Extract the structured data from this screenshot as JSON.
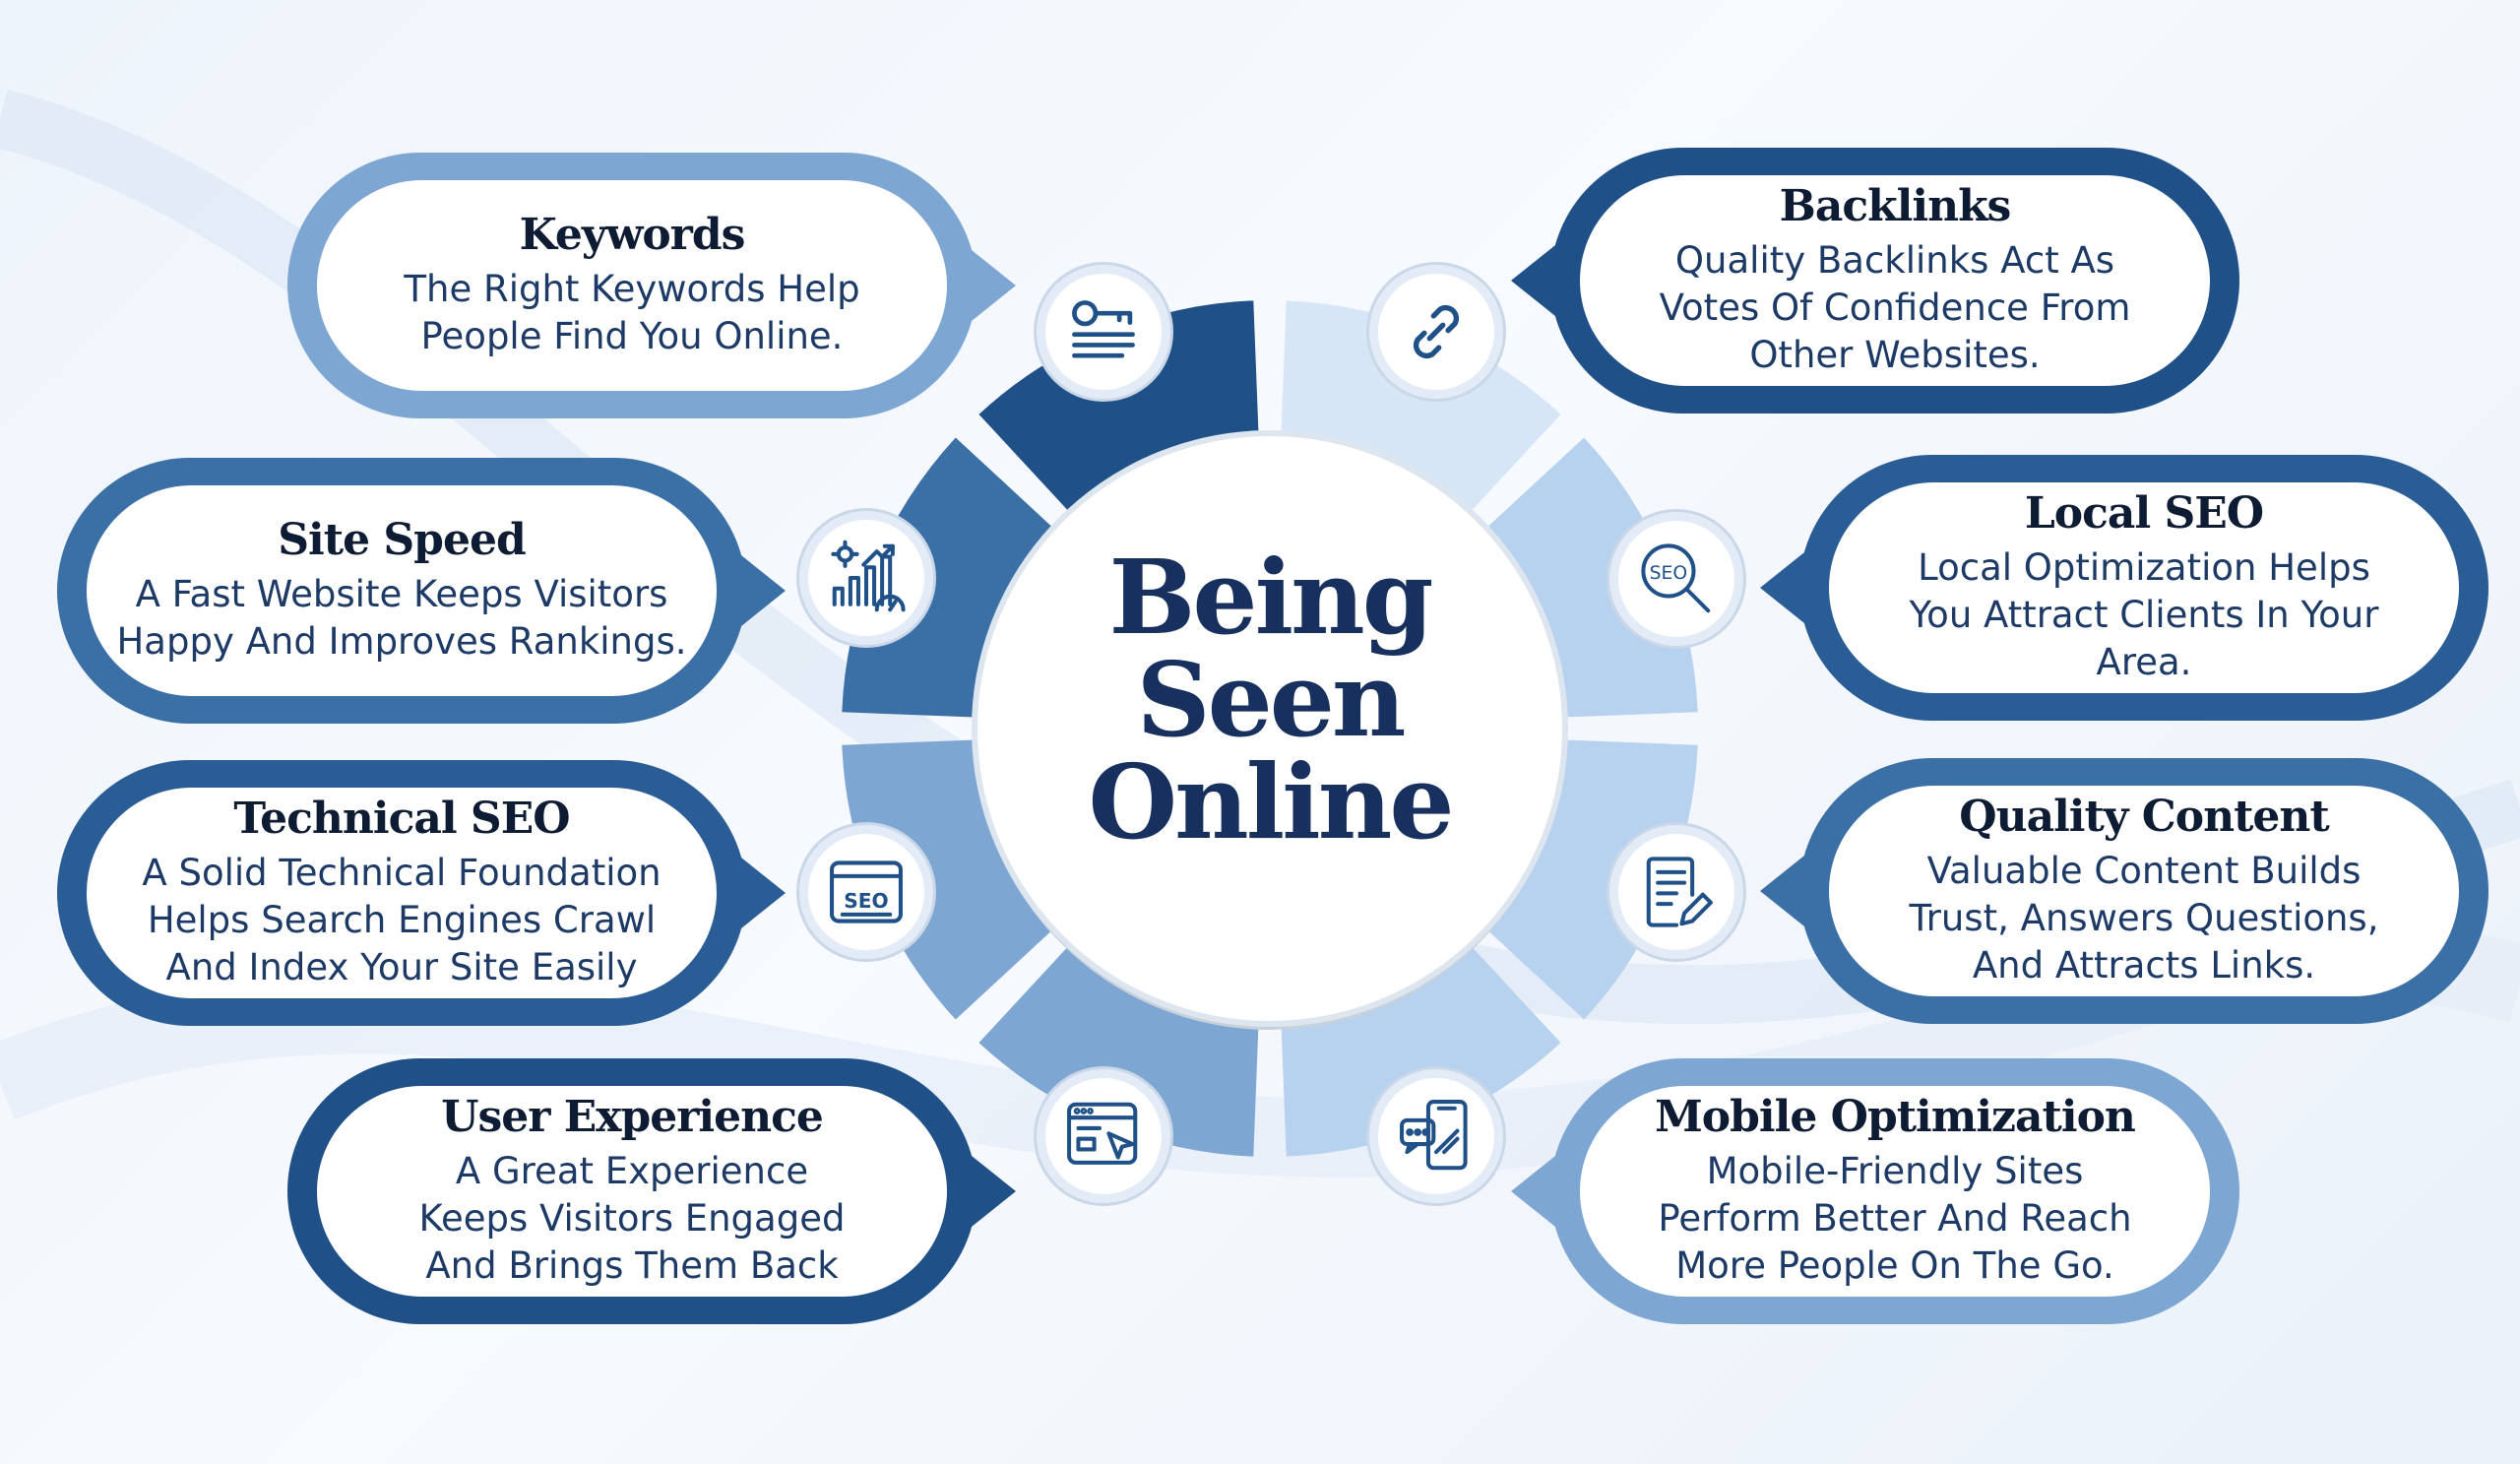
{
  "center": {
    "lines": [
      "Being",
      "Seen",
      "Online"
    ]
  },
  "palette": {
    "dark": "#1f5088",
    "mid": "#3a70a6",
    "light": "#7ea6d2",
    "pale": "#b7d2ee",
    "paler": "#d6e6f7",
    "text_dark": "#0d1b33",
    "text_body": "#1d3a66"
  },
  "items": [
    {
      "key": "keywords",
      "title": "Keywords",
      "description": [
        "The Right Keywords Help",
        "People Find You Online."
      ],
      "icon": "key-icon",
      "color": "#7ea6d2"
    },
    {
      "key": "site-speed",
      "title": "Site Speed",
      "description": [
        "A Fast Website Keeps Visitors",
        "Happy And Improves Rankings."
      ],
      "icon": "speed-chart-icon",
      "color": "#3a70a6"
    },
    {
      "key": "technical-seo",
      "title": "Technical SEO",
      "description": [
        "A Solid Technical Foundation",
        "Helps Search Engines Crawl",
        "And Index Your Site Easily"
      ],
      "icon": "seo-browser-icon",
      "color": "#2a5d96"
    },
    {
      "key": "user-experience",
      "title": "User Experience",
      "description": [
        "A Great Experience",
        "Keeps Visitors Engaged",
        "And Brings Them Back"
      ],
      "icon": "browser-cursor-icon",
      "color": "#1f5088"
    },
    {
      "key": "backlinks",
      "title": "Backlinks",
      "description": [
        "Quality Backlinks Act As",
        "Votes Of Confidence From",
        "Other Websites."
      ],
      "icon": "link-icon",
      "color": "#1f5088"
    },
    {
      "key": "local-seo",
      "title": "Local SEO",
      "description": [
        "Local Optimization Helps",
        "You Attract Clients In Your",
        "Area."
      ],
      "icon": "seo-magnifier-icon",
      "color": "#2a5d96"
    },
    {
      "key": "quality-content",
      "title": "Quality Content",
      "description": [
        "Valuable Content Builds",
        "Trust, Answers Questions,",
        "And Attracts Links."
      ],
      "icon": "document-edit-icon",
      "color": "#3a70a6"
    },
    {
      "key": "mobile-optimization",
      "title": "Mobile Optimization",
      "description": [
        "Mobile-Friendly Sites",
        "Perform Better And Reach",
        "More People On The Go."
      ],
      "icon": "mobile-chat-icon",
      "color": "#7ea6d2"
    }
  ]
}
